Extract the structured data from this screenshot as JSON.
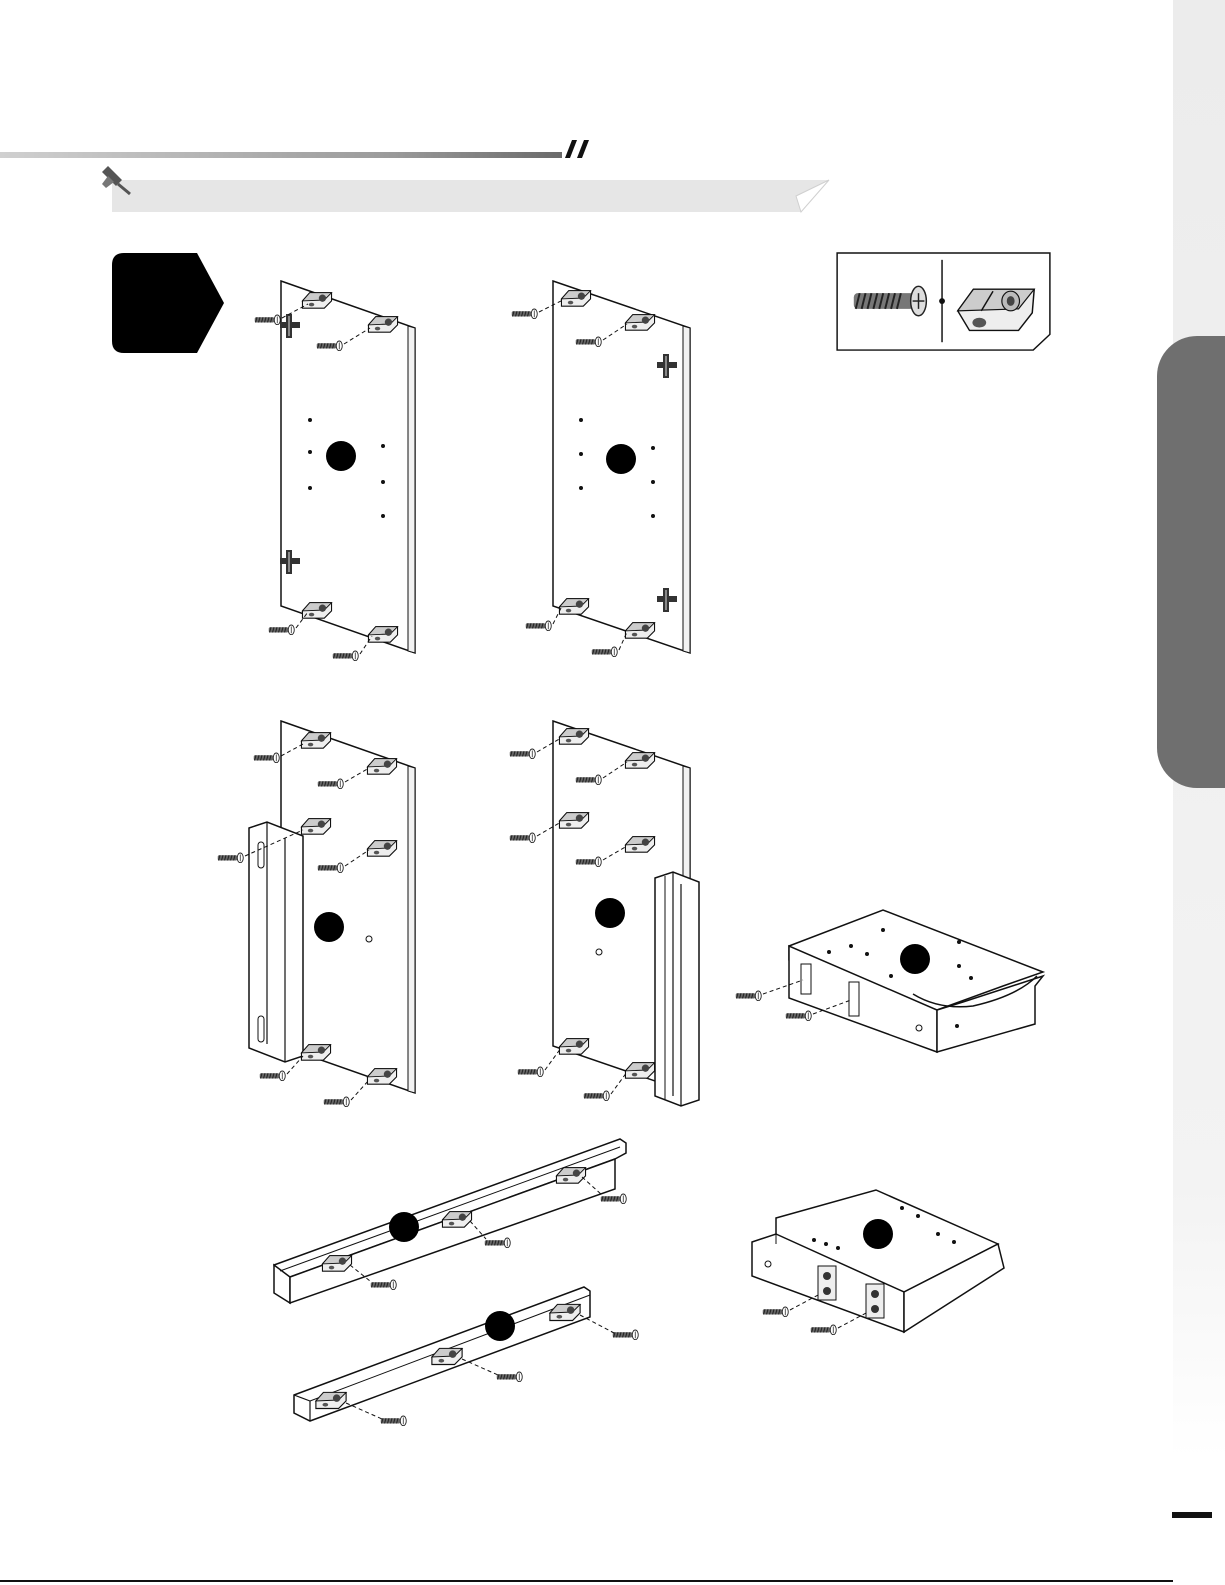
{
  "page": {
    "section_title": "",
    "note_text": "",
    "step_number": "",
    "page_number": "",
    "side_tab_label": ""
  },
  "colors": {
    "step_badge": "#000000",
    "banner": "#e6e6e6",
    "side_tab": "#6f6f6f",
    "header_line": "#9a9a9a"
  },
  "icons": [
    "pushpin-icon",
    "machine-screw-icon",
    "cam-connector-icon"
  ],
  "hardware": {
    "items": [
      {
        "name": "machine-screw",
        "quantity": ""
      },
      {
        "name": "cam-connector",
        "quantity": ""
      }
    ]
  },
  "diagrams": [
    {
      "name": "panel-a-left-side",
      "part_label": ""
    },
    {
      "name": "panel-b-right-side",
      "part_label": ""
    },
    {
      "name": "panel-c-left-with-rail",
      "part_label": ""
    },
    {
      "name": "panel-d-right-with-rail",
      "part_label": ""
    },
    {
      "name": "box-top-assembly",
      "part_label": ""
    },
    {
      "name": "long-rail-e",
      "part_label": ""
    },
    {
      "name": "long-rail-f",
      "part_label": ""
    },
    {
      "name": "box-bottom-assembly",
      "part_label": ""
    }
  ]
}
